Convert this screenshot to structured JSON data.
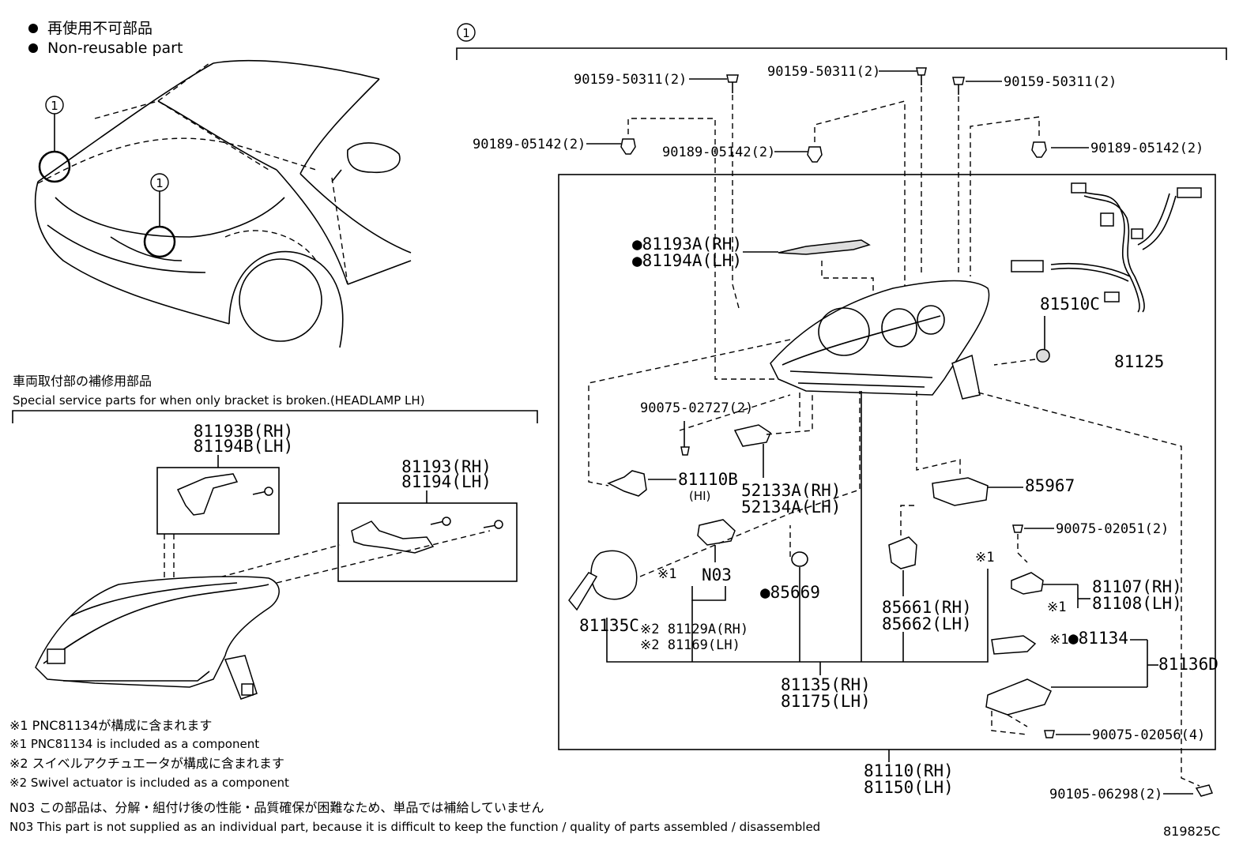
{
  "legend": {
    "jp": "再使用不可部品",
    "en": "Non-reusable part"
  },
  "callout_one": "1",
  "bracket_section": {
    "title_jp": "車両取付部の補修用部品",
    "title_en": "Special service parts for when only bracket is broken.(HEADLAMP LH)",
    "parts": [
      {
        "id": "b1",
        "lines": [
          "81193B(RH)",
          "81194B(LH)"
        ]
      },
      {
        "id": "b2",
        "lines": [
          "81193(RH)",
          "81194(LH)"
        ]
      }
    ]
  },
  "part_labels": [
    {
      "id": "p1",
      "text": "90159-50311(2)"
    },
    {
      "id": "p2",
      "text": "90159-50311(2)"
    },
    {
      "id": "p3",
      "text": "90159-50311(2)"
    },
    {
      "id": "p4",
      "text": "90189-05142(2)"
    },
    {
      "id": "p5",
      "text": "90189-05142(2)"
    },
    {
      "id": "p6",
      "text": "90189-05142(2)"
    },
    {
      "id": "p7",
      "text": "81193A(RH)"
    },
    {
      "id": "p8",
      "text": "81194A(LH)"
    },
    {
      "id": "p9",
      "text": "81510C"
    },
    {
      "id": "p10",
      "text": "81125"
    },
    {
      "id": "p11",
      "text": "90075-02727(2)"
    },
    {
      "id": "p12",
      "text": "81110B"
    },
    {
      "id": "p13",
      "text": "(HI)"
    },
    {
      "id": "p14",
      "text": "52133A(RH)"
    },
    {
      "id": "p15",
      "text": "52134A(LH)"
    },
    {
      "id": "p16",
      "text": "85967"
    },
    {
      "id": "p17",
      "text": "90075-02051(2)"
    },
    {
      "id": "p18",
      "text": "N03"
    },
    {
      "id": "p19",
      "text": "※1"
    },
    {
      "id": "p20",
      "text": "85669"
    },
    {
      "id": "p21",
      "text": "※1"
    },
    {
      "id": "p22",
      "text": "81107(RH)"
    },
    {
      "id": "p23",
      "text": "81108(LH)"
    },
    {
      "id": "p24",
      "text": "※1"
    },
    {
      "id": "p25",
      "text": "85661(RH)"
    },
    {
      "id": "p26",
      "text": "85662(LH)"
    },
    {
      "id": "p27",
      "text": "81135C"
    },
    {
      "id": "p28",
      "text": "※2 81129A(RH)"
    },
    {
      "id": "p29",
      "text": "※2 81169(LH)"
    },
    {
      "id": "p30",
      "text": "※1"
    },
    {
      "id": "p31",
      "text": "81134"
    },
    {
      "id": "p32",
      "text": "81136D"
    },
    {
      "id": "p33",
      "text": "81135(RH)"
    },
    {
      "id": "p34",
      "text": "81175(LH)"
    },
    {
      "id": "p35",
      "text": "90075-02056(4)"
    },
    {
      "id": "p36",
      "text": "81110(RH)"
    },
    {
      "id": "p37",
      "text": "81150(LH)"
    },
    {
      "id": "p38",
      "text": "90105-06298(2)"
    }
  ],
  "footnotes": [
    "※1 PNC81134が構成に含まれます",
    "※1 PNC81134 is included as a component",
    "※2 スイベルアクチュエータが構成に含まれます",
    "※2 Swivel actuator is included as a component",
    "N03 この部品は、分解・組付け後の性能・品質確保が困難なため、単品では補給していません",
    "N03 This part is not supplied as an individual part, because it is difficult to keep the function / quality of parts assembled / disassembled"
  ],
  "diagram_code": "819825C"
}
